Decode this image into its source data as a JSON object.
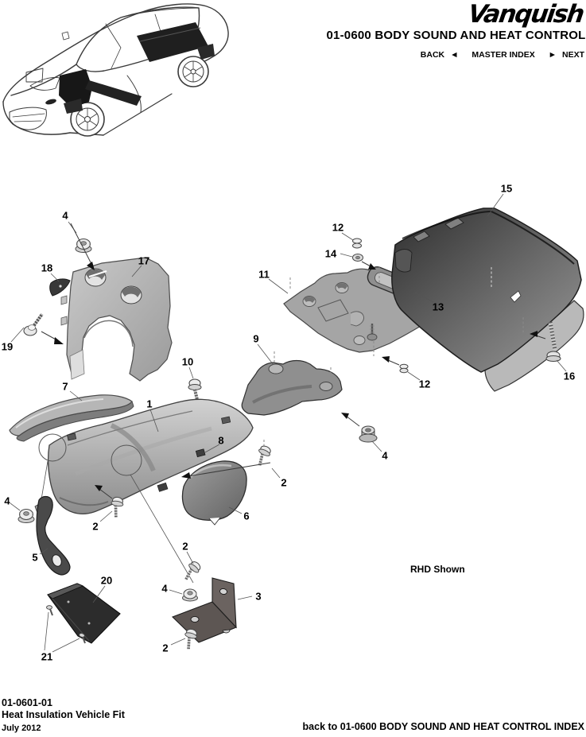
{
  "header": {
    "logo": "Vanquish",
    "title": "01-0600 BODY SOUND AND HEAT CONTROL",
    "nav": {
      "back": "BACK",
      "back_arrow": "◄",
      "master_index": "MASTER INDEX",
      "next_arrow": "►",
      "next": "NEXT"
    }
  },
  "diagram": {
    "note": "RHD Shown",
    "callouts": [
      {
        "label": "4"
      },
      {
        "label": "18"
      },
      {
        "label": "17"
      },
      {
        "label": "19"
      },
      {
        "label": "11"
      },
      {
        "label": "12"
      },
      {
        "label": "14"
      },
      {
        "label": "13"
      },
      {
        "label": "15"
      },
      {
        "label": "16"
      },
      {
        "label": "12"
      },
      {
        "label": "9"
      },
      {
        "label": "10"
      },
      {
        "label": "7"
      },
      {
        "label": "1"
      },
      {
        "label": "8"
      },
      {
        "label": "2"
      },
      {
        "label": "4"
      },
      {
        "label": "6"
      },
      {
        "label": "4"
      },
      {
        "label": "2"
      },
      {
        "label": "5"
      },
      {
        "label": "2"
      },
      {
        "label": "20"
      },
      {
        "label": "4"
      },
      {
        "label": "3"
      },
      {
        "label": "2"
      },
      {
        "label": "21"
      }
    ]
  },
  "footer": {
    "doc_number": "01-0601-01",
    "doc_title": "Heat Insulation Vehicle Fit",
    "date": "July 2012",
    "back_link": "back to 01-0600 BODY SOUND AND HEAT CONTROL INDEX"
  }
}
